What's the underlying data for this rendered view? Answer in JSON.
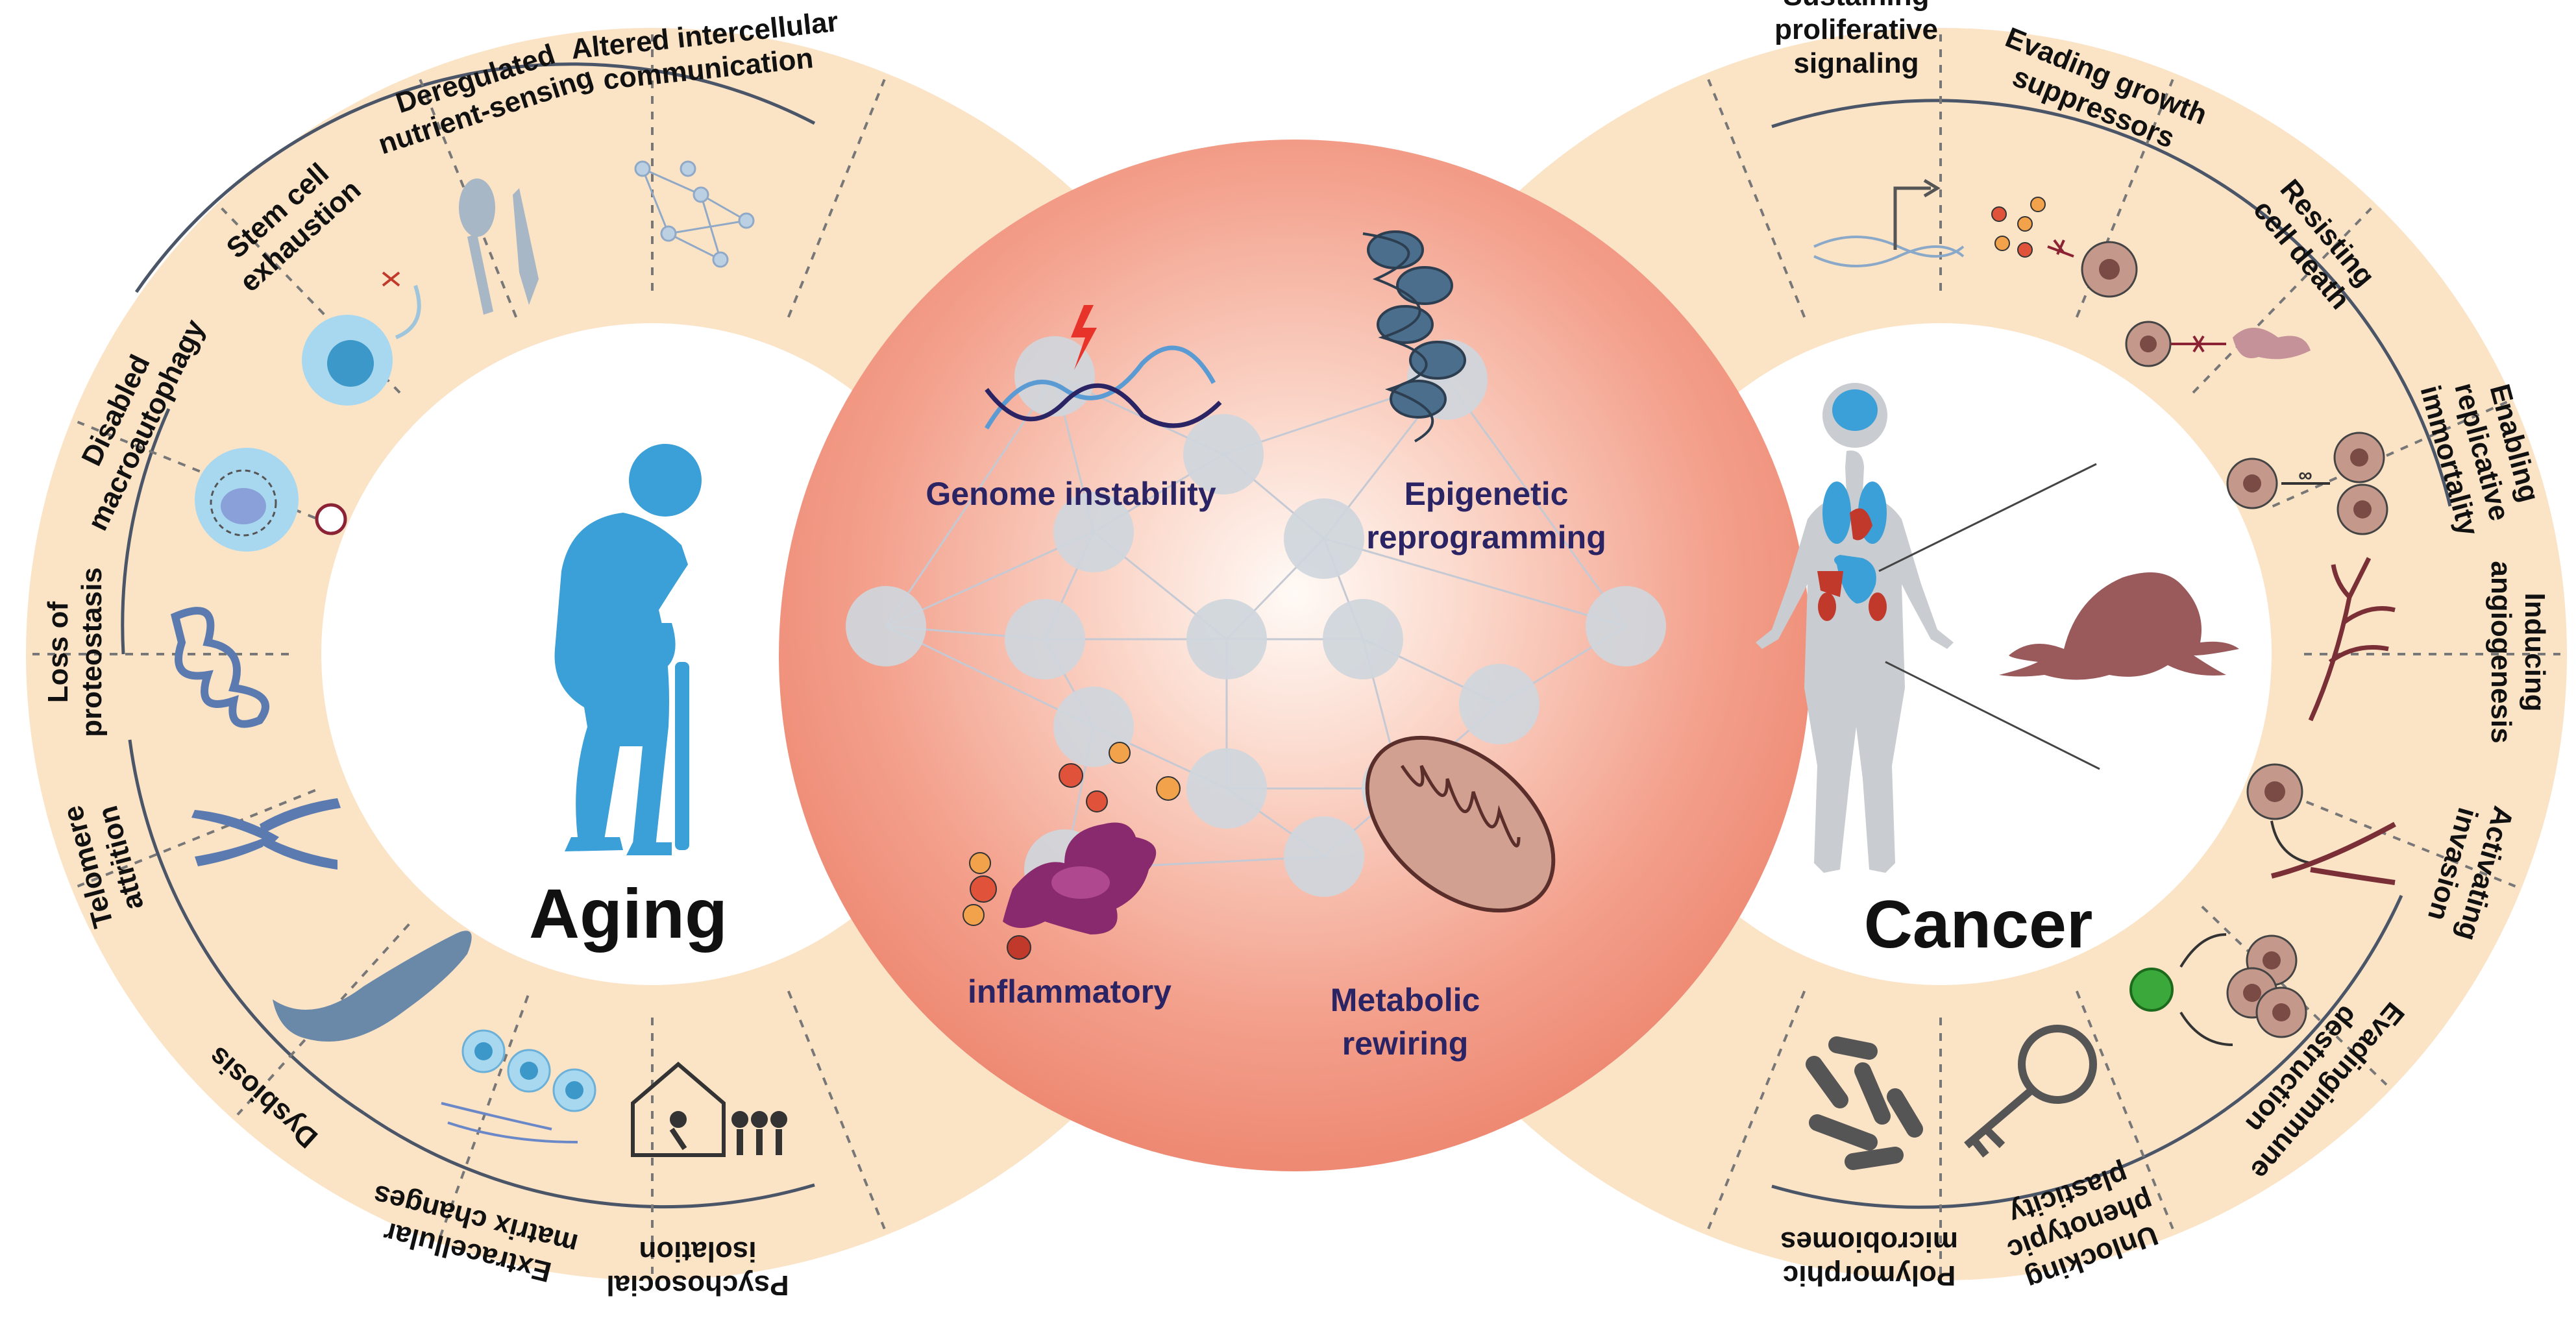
{
  "aging": {
    "title": "Aging",
    "hallmarks": [
      {
        "lines": [
          "Altered intercellular",
          "communication"
        ]
      },
      {
        "lines": [
          "Deregulated",
          "nutrient-sensing"
        ]
      },
      {
        "lines": [
          "Stem cell",
          "exhaustion"
        ]
      },
      {
        "lines": [
          "Disabled",
          "macroautophagy"
        ]
      },
      {
        "lines": [
          "Loss of",
          "proteostasis"
        ]
      },
      {
        "lines": [
          "Telomere",
          "attrition"
        ]
      },
      {
        "lines": [
          "Dysbiosis"
        ]
      },
      {
        "lines": [
          "Extracellular",
          "matrix changes"
        ]
      },
      {
        "lines": [
          "Psychosocial",
          "isolation"
        ]
      }
    ]
  },
  "cancer": {
    "title": "Cancer",
    "hallmarks": [
      {
        "lines": [
          "Sustaining",
          "proliferative",
          "signaling"
        ]
      },
      {
        "lines": [
          "Evading growth",
          "suppressors"
        ]
      },
      {
        "lines": [
          "Resisting",
          "cell death"
        ]
      },
      {
        "lines": [
          "Enabling",
          "replicative",
          "immortality"
        ]
      },
      {
        "lines": [
          "Inducing",
          "angiogenesis"
        ]
      },
      {
        "lines": [
          "Activating",
          "invasion"
        ]
      },
      {
        "lines": [
          "Evadingimmune",
          "destruction"
        ]
      },
      {
        "lines": [
          "Unlocking",
          "phenotypic",
          "plasticity"
        ]
      },
      {
        "lines": [
          "Polymorphic",
          "microbiomes"
        ]
      }
    ]
  },
  "shared": {
    "genome_instability": "Genome instability",
    "epigenetic": [
      "Epigenetic",
      "reprogramming"
    ],
    "inflammatory": "inflammatory",
    "metabolic": [
      "Metabolic",
      "rewiring"
    ]
  },
  "colors": {
    "ring": "#fbe3c6",
    "separator": "#777777",
    "divider": "#4a5568",
    "center_glow": "#f0806a",
    "node": "#cfd6dc",
    "figure_blue": "#3b9fd8",
    "label_navy": "#2a2464",
    "body_gray": "#c9ccd0",
    "maroon": "#7a2e36",
    "orange": "#f2a24a",
    "red": "#d6432f",
    "cell_brown": "#b08077",
    "inflam_purple": "#8a2a6e"
  }
}
